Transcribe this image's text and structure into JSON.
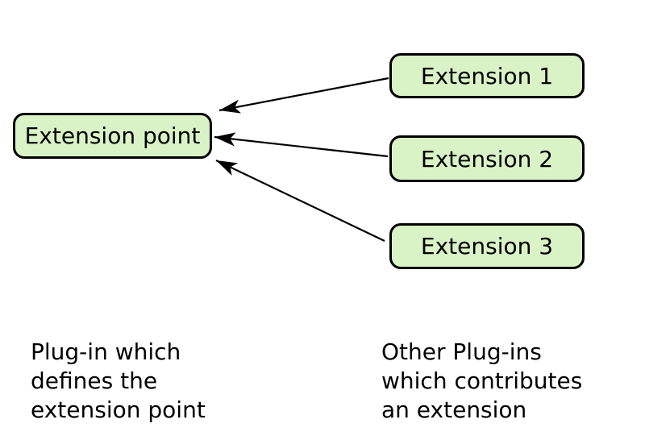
{
  "colors": {
    "background": "#ffffff",
    "box_fill": "#d9f3c6",
    "box_border": "#000000",
    "arrow": "#000000",
    "text": "#000000"
  },
  "boxes": {
    "extension_point": {
      "label": "Extension point"
    },
    "extensions": [
      {
        "label": "Extension 1"
      },
      {
        "label": "Extension 2"
      },
      {
        "label": "Extension 3"
      }
    ]
  },
  "captions": {
    "left": {
      "lines": [
        "Plug-in which",
        "defines the",
        "extension point"
      ]
    },
    "right": {
      "lines": [
        "Other Plug-ins",
        "which contributes",
        "an extension"
      ]
    }
  }
}
